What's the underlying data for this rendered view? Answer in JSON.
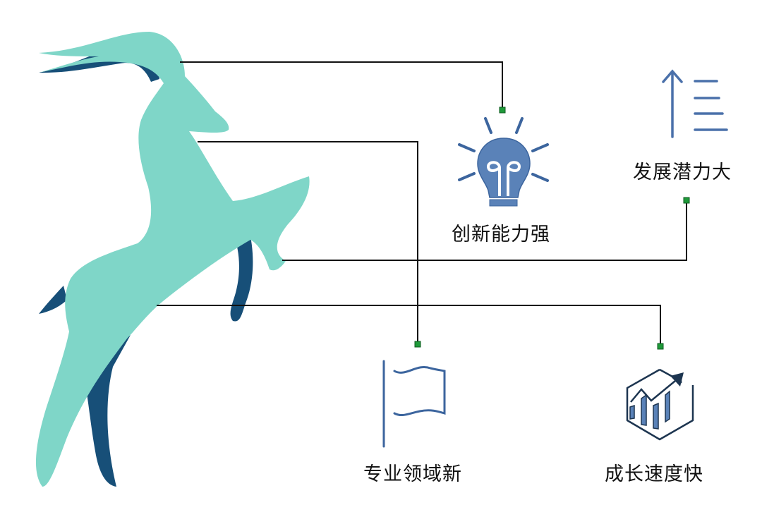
{
  "colors": {
    "goat_body": "#7fd6c8",
    "goat_shadow": "#174f78",
    "icon_blue": "#5a82b8",
    "icon_stroke": "#3c659e",
    "connector": "#111111",
    "anchor": "#1f9a3a"
  },
  "features": [
    {
      "label": "创新能力强",
      "icon": "lightbulb-icon"
    },
    {
      "label": "发展潜力大",
      "icon": "arrow-up-list-icon"
    },
    {
      "label": "专业领域新",
      "icon": "flag-icon"
    },
    {
      "label": "成长速度快",
      "icon": "growth-chart-hexagon-icon"
    }
  ]
}
